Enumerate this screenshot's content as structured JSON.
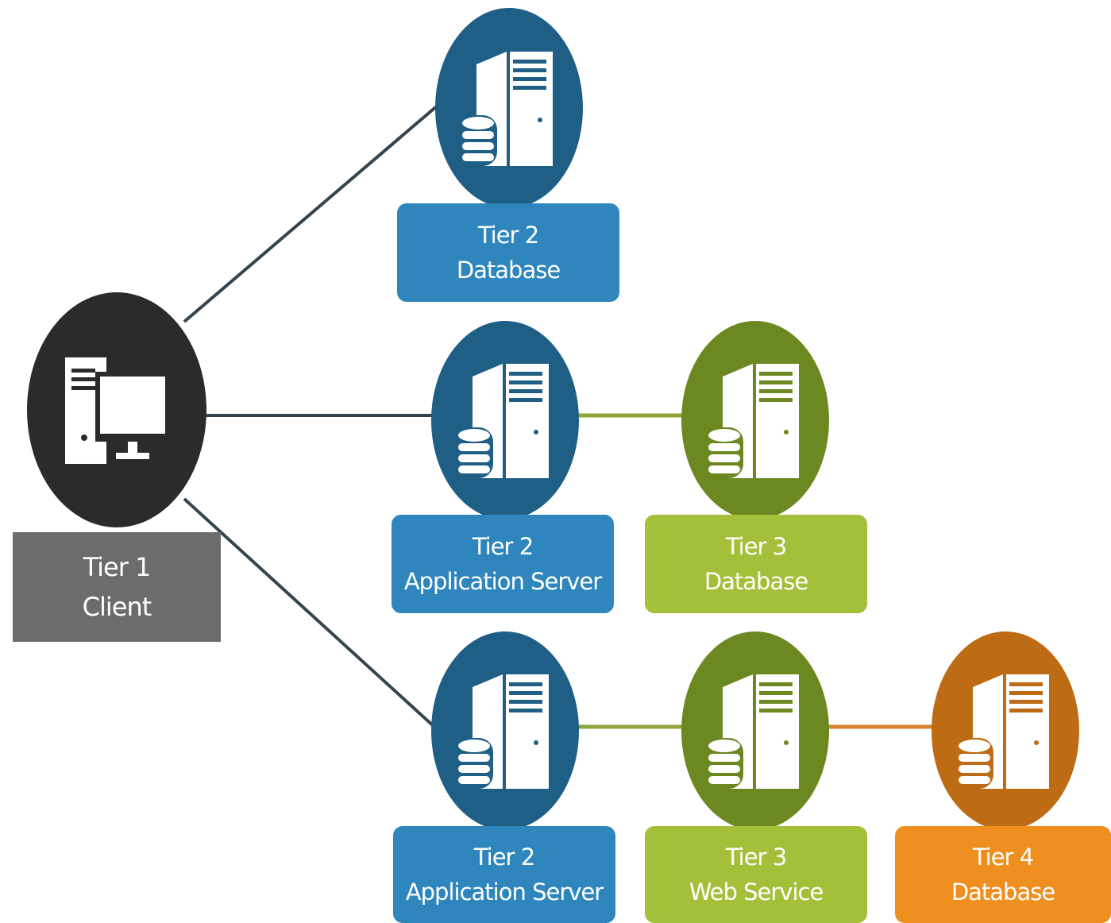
{
  "colors": {
    "client_circle": "#2b2b2b",
    "client_label": "#6c6c6c",
    "tier2_circle": "#1f5f85",
    "tier2_label": "#2e86bd",
    "tier3_circle": "#6b8920",
    "tier3_label": "#a2c03a",
    "tier4_circle": "#bd6b14",
    "tier4_label": "#ef8f1f",
    "connector_dark": "#34454f",
    "connector_green": "#8ea53a",
    "connector_orange": "#d9822f"
  },
  "nodes": {
    "client": {
      "line1": "Tier 1",
      "line2": "Client",
      "icon": "desktop-computer-icon"
    },
    "tier2_database": {
      "line1": "Tier 2",
      "line2": "Database",
      "icon": "server-database-icon"
    },
    "tier2_app_server_1": {
      "line1": "Tier 2",
      "line2": "Application Server",
      "icon": "server-database-icon"
    },
    "tier3_database": {
      "line1": "Tier 3",
      "line2": "Database",
      "icon": "server-database-icon"
    },
    "tier2_app_server_2": {
      "line1": "Tier 2",
      "line2": "Application Server",
      "icon": "server-database-icon"
    },
    "tier3_web_service": {
      "line1": "Tier 3",
      "line2": "Web Service",
      "icon": "server-database-icon"
    },
    "tier4_database": {
      "line1": "Tier 4",
      "line2": "Database",
      "icon": "server-database-icon"
    }
  },
  "edges": [
    {
      "from": "client",
      "to": "tier2_database"
    },
    {
      "from": "client",
      "to": "tier2_app_server_1"
    },
    {
      "from": "client",
      "to": "tier2_app_server_2"
    },
    {
      "from": "tier2_app_server_1",
      "to": "tier3_database"
    },
    {
      "from": "tier2_app_server_2",
      "to": "tier3_web_service"
    },
    {
      "from": "tier3_web_service",
      "to": "tier4_database"
    }
  ]
}
